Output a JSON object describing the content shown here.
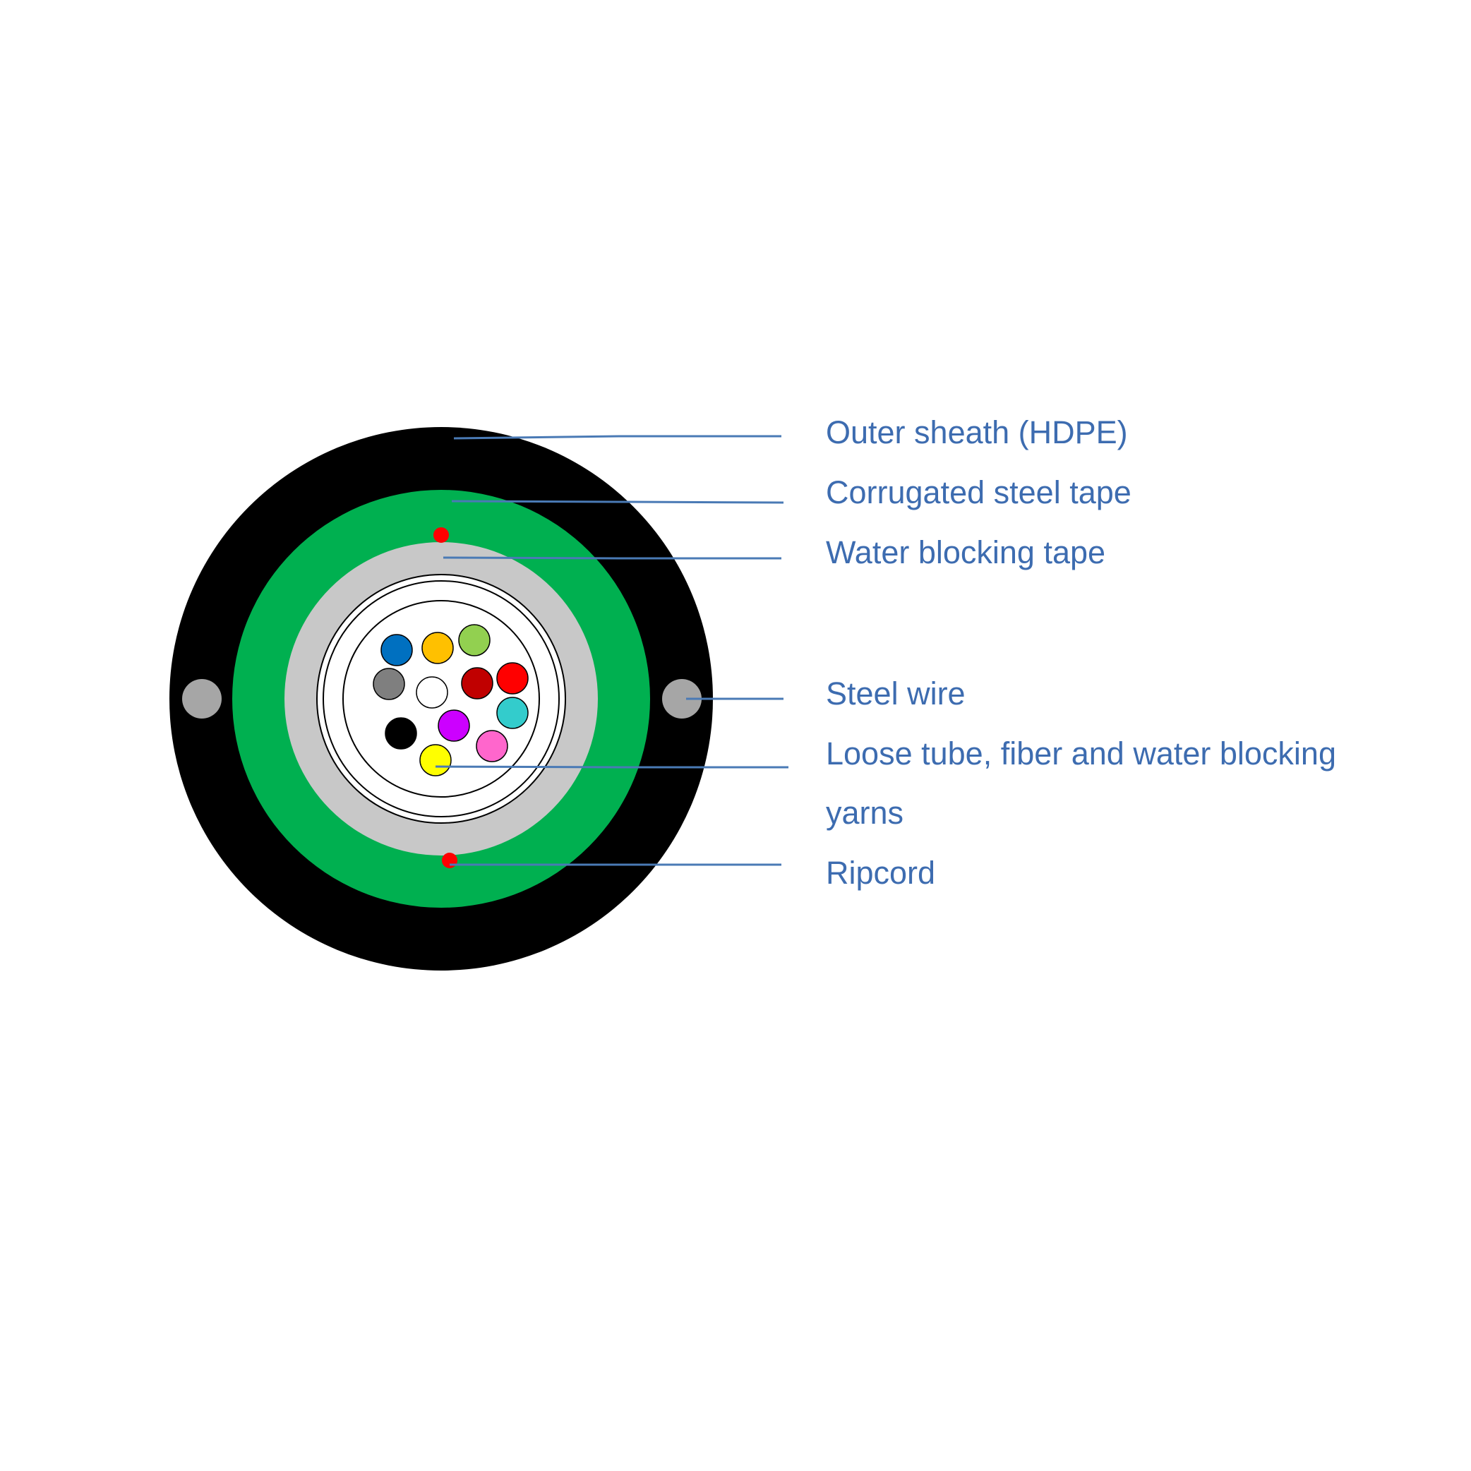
{
  "colors": {
    "background": "#ffffff",
    "outer_sheath": "#000000",
    "corrugated_steel_tape": "#00b050",
    "water_blocking_tape": "#c8c8c8",
    "loose_tube": "#ffffff",
    "steel_wire": "#a6a6a6",
    "ripcord": "#ff0000",
    "leader_line": "#4a7ab5",
    "label_text": "#3d6cb0"
  },
  "labels": {
    "outer_sheath": "Outer sheath (HDPE)",
    "corrugated_steel_tape": "Corrugated steel tape",
    "water_blocking_tape": "Water blocking tape",
    "steel_wire": "Steel wire",
    "loose_tube_line1": "Loose tube, fiber and water blocking",
    "loose_tube_line2": "yarns",
    "ripcord": "Ripcord"
  },
  "fibers": [
    {
      "color_name": "blue",
      "color": "#0070c0"
    },
    {
      "color_name": "orange",
      "color": "#ffc000"
    },
    {
      "color_name": "green",
      "color": "#92d050"
    },
    {
      "color_name": "brown",
      "color": "#c00000"
    },
    {
      "color_name": "gray",
      "color": "#7f7f7f"
    },
    {
      "color_name": "white",
      "color": "#ffffff"
    },
    {
      "color_name": "red",
      "color": "#ff0000"
    },
    {
      "color_name": "black",
      "color": "#000000"
    },
    {
      "color_name": "yellow",
      "color": "#ffff00"
    },
    {
      "color_name": "violet",
      "color": "#cc00ff"
    },
    {
      "color_name": "pink",
      "color": "#ff66cc"
    },
    {
      "color_name": "aqua",
      "color": "#33cccc"
    }
  ]
}
